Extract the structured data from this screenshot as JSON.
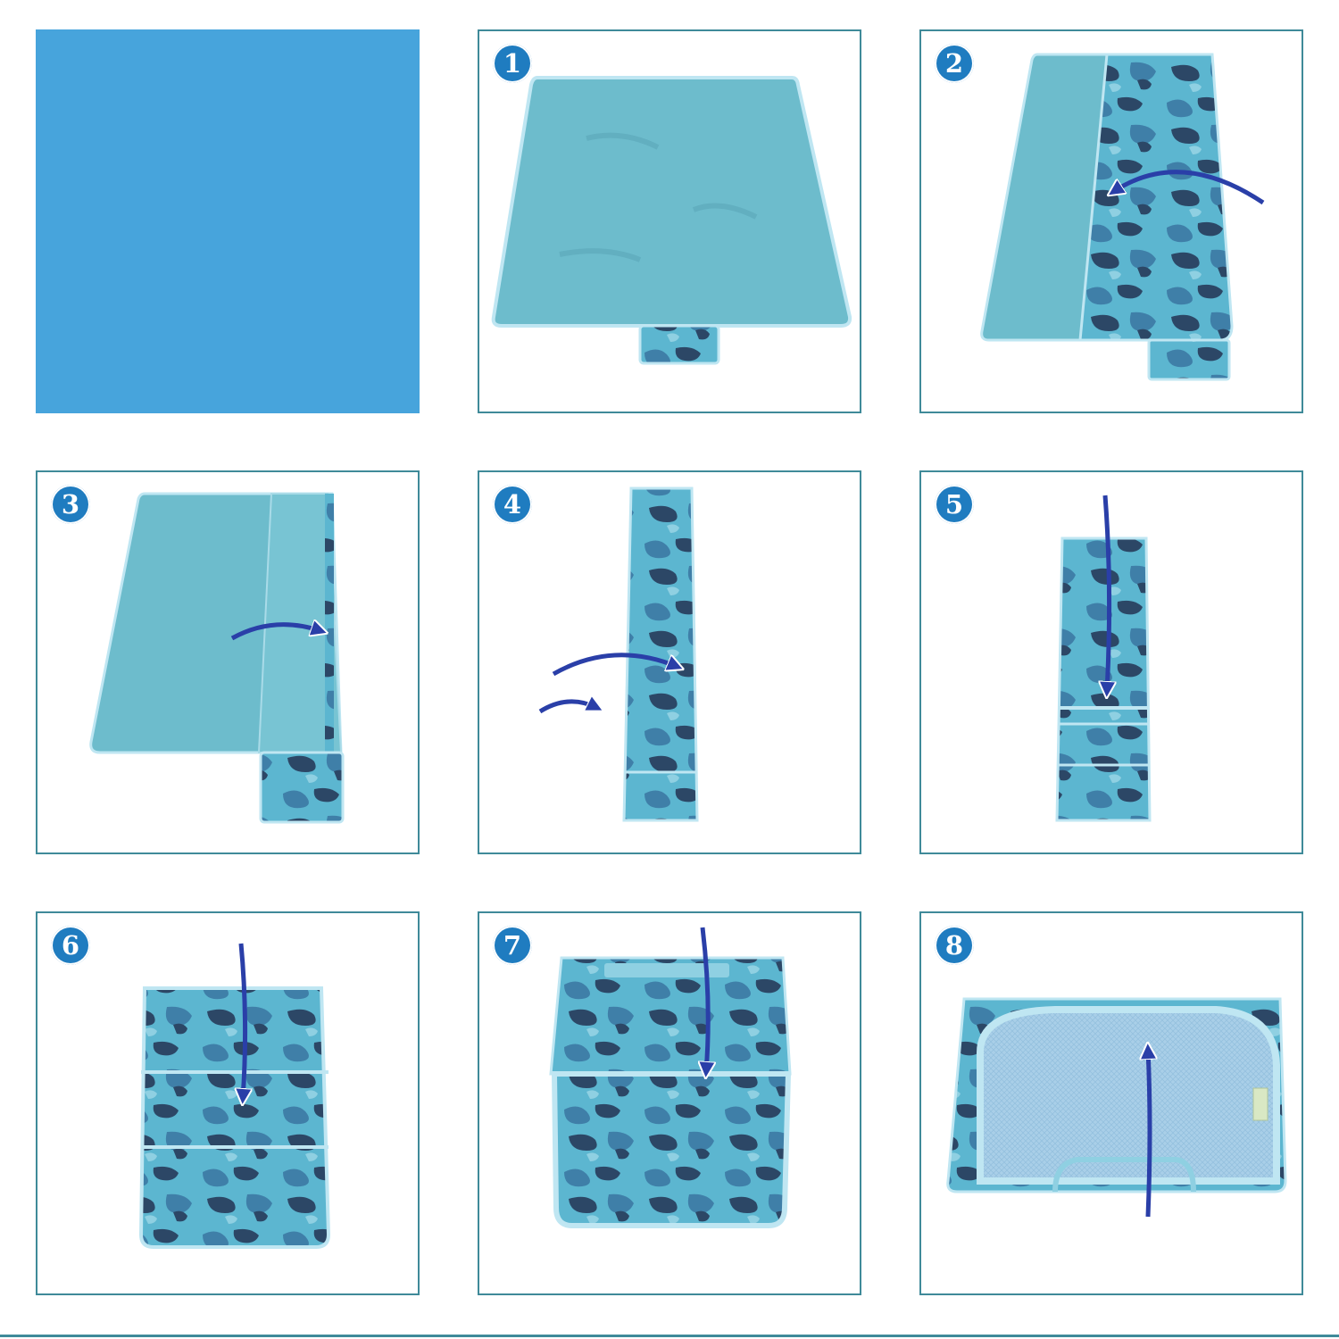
{
  "colors": {
    "frame": "#3f8a99",
    "badge": "#1f7cc0",
    "mat_light": "#6dbccc",
    "camo_base": "#5cb6d0",
    "camo_dark": "#2c4766",
    "camo_mid": "#3f7fa8",
    "trim": "#bfe6f2",
    "arrow": "#2a3fa8",
    "solid_panel": "#47a4dc"
  },
  "steps": [
    {
      "number": "1",
      "icon": "unfolded-mat-icon"
    },
    {
      "number": "2",
      "icon": "fold-left-arrow-icon"
    },
    {
      "number": "3",
      "icon": "fold-right-arrow-icon"
    },
    {
      "number": "4",
      "icon": "fold-right-arrows-icon"
    },
    {
      "number": "5",
      "icon": "fold-down-arrow-icon"
    },
    {
      "number": "6",
      "icon": "fold-down-arrow-icon"
    },
    {
      "number": "7",
      "icon": "fold-down-arrow-icon"
    },
    {
      "number": "8",
      "icon": "fold-up-arrow-icon"
    }
  ]
}
